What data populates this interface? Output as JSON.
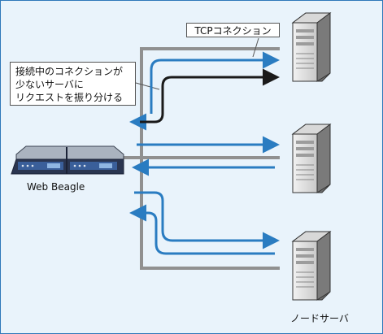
{
  "labels": {
    "tcp_connection": "TCPコネクション",
    "callout_lines": [
      "接続中のコネクションが",
      "少ないサーバに",
      "リクエストを振り分ける"
    ],
    "load_balancer": "Web Beagle",
    "node_server": "ノードサーバ"
  },
  "colors": {
    "background": "#e9f3fb",
    "frame": "#2f78b9",
    "connection_line": "#909090",
    "request_arrow": "#2a7cc1",
    "highlight_arrow": "#1a1a1a"
  }
}
